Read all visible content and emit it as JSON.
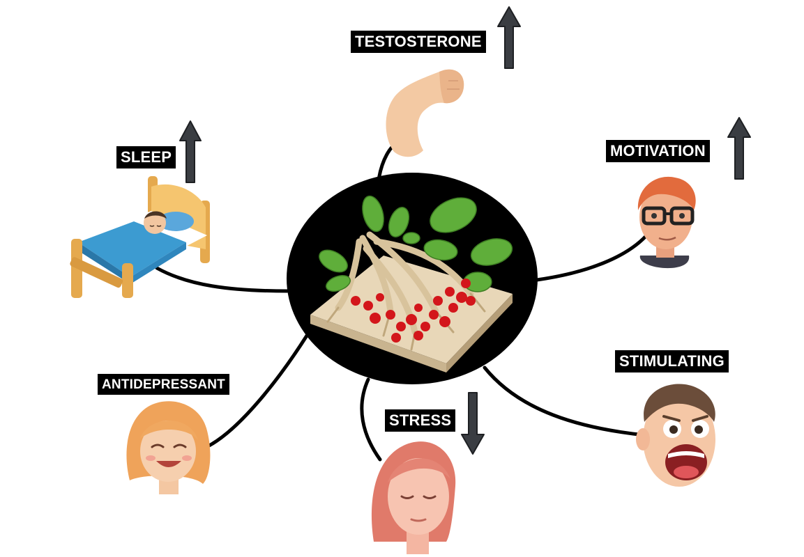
{
  "labels": {
    "testosterone": "TESTOSTERONE",
    "sleep": "SLEEP",
    "motivation": "MOTIVATION",
    "antidepressant": "ANTIDEPRESSANT",
    "stress": "STRESS",
    "stimulating": "STIMULATING"
  },
  "effects": [
    {
      "name": "testosterone",
      "direction": "up",
      "icon": "flexed-arm-icon"
    },
    {
      "name": "sleep",
      "direction": "up",
      "icon": "sleeping-bed-icon"
    },
    {
      "name": "motivation",
      "direction": "up",
      "icon": "man-with-glasses-icon"
    },
    {
      "name": "antidepressant",
      "direction": "none",
      "icon": "smiling-woman-icon"
    },
    {
      "name": "stress",
      "direction": "down",
      "icon": "calm-woman-icon"
    },
    {
      "name": "stimulating",
      "direction": "none",
      "icon": "excited-man-icon"
    }
  ],
  "center": {
    "icon": "ginseng-root-icon"
  },
  "colors": {
    "label_bg": "#000000",
    "label_text": "#ffffff",
    "arrow": "#3a3d42"
  }
}
